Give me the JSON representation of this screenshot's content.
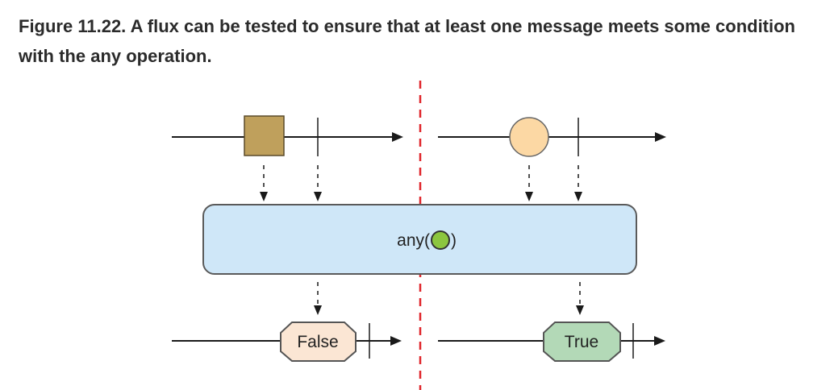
{
  "figure": {
    "caption": "Figure 11.22. A flux can be tested to ensure that at least one message meets some condition with the any operation.",
    "operator": {
      "prefix": "any(",
      "suffix": ")"
    },
    "left_result": "False",
    "right_result": "True"
  },
  "colors": {
    "square_item": "#bfa05c",
    "circle_item": "#fcd8a4",
    "operator_box": "#cfe7f8",
    "predicate_dot": "#8cc63f",
    "false_fill": "#fbe6d4",
    "true_fill": "#b3d9b7",
    "divider": "#e0262b"
  },
  "icons": [
    "square-marble",
    "circle-marble",
    "predicate-dot",
    "octagon-result"
  ]
}
